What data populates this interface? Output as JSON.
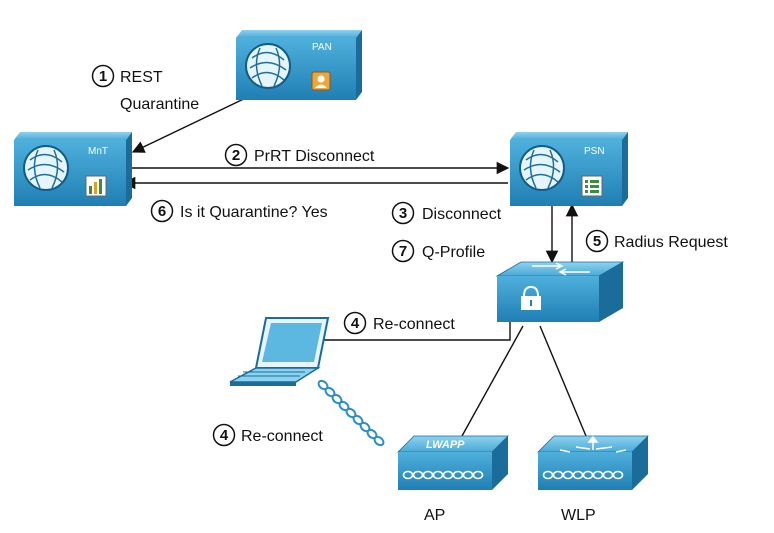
{
  "nodes": {
    "pan": {
      "label": "PAN"
    },
    "mnt": {
      "label": "MnT"
    },
    "psn": {
      "label": "PSN"
    },
    "ap": {
      "tag": "LWAPP",
      "caption": "AP"
    },
    "wlp": {
      "caption": "WLP"
    }
  },
  "steps": [
    {
      "num": "1",
      "text": "REST",
      "text2": "Quarantine"
    },
    {
      "num": "2",
      "text": "PrRT Disconnect"
    },
    {
      "num": "3",
      "text": "Disconnect"
    },
    {
      "num": "4",
      "text": "Re-connect"
    },
    {
      "num": "4",
      "text": "Re-connect"
    },
    {
      "num": "5",
      "text": "Radius Request"
    },
    {
      "num": "6",
      "text": "Is it Quarantine? Yes"
    },
    {
      "num": "7",
      "text": "Q-Profile"
    }
  ],
  "colors": {
    "device": "#2a8fc4",
    "device_dark": "#1b6f9c",
    "device_light": "#5cb8e0",
    "line": "#111111"
  }
}
